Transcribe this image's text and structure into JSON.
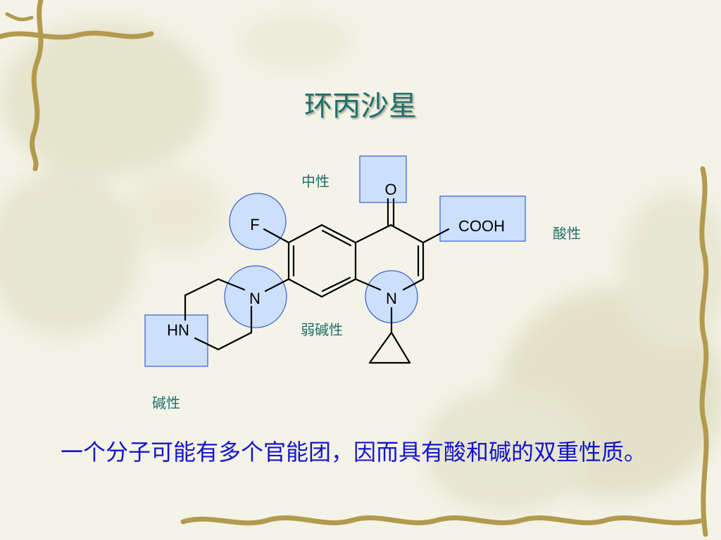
{
  "slide": {
    "title": "环丙沙星",
    "body": "一个分子可能有多个官能团，因而具有酸和碱的双重性质。"
  },
  "labels": {
    "neutral": "中性",
    "acidic": "酸性",
    "weak_basic": "弱碱性",
    "basic": "碱性"
  },
  "atoms": {
    "oxygen": "O",
    "cooh": "COOH",
    "fluorine": "F",
    "n_piperazine": "N",
    "n_quinolone": "N",
    "hn": "HN"
  },
  "colors": {
    "title": "#1f6f6a",
    "label": "#1f6f6a",
    "body_text": "#1414cc",
    "highlight_fill": "#cce0fb",
    "highlight_stroke": "#3a5ad0"
  }
}
